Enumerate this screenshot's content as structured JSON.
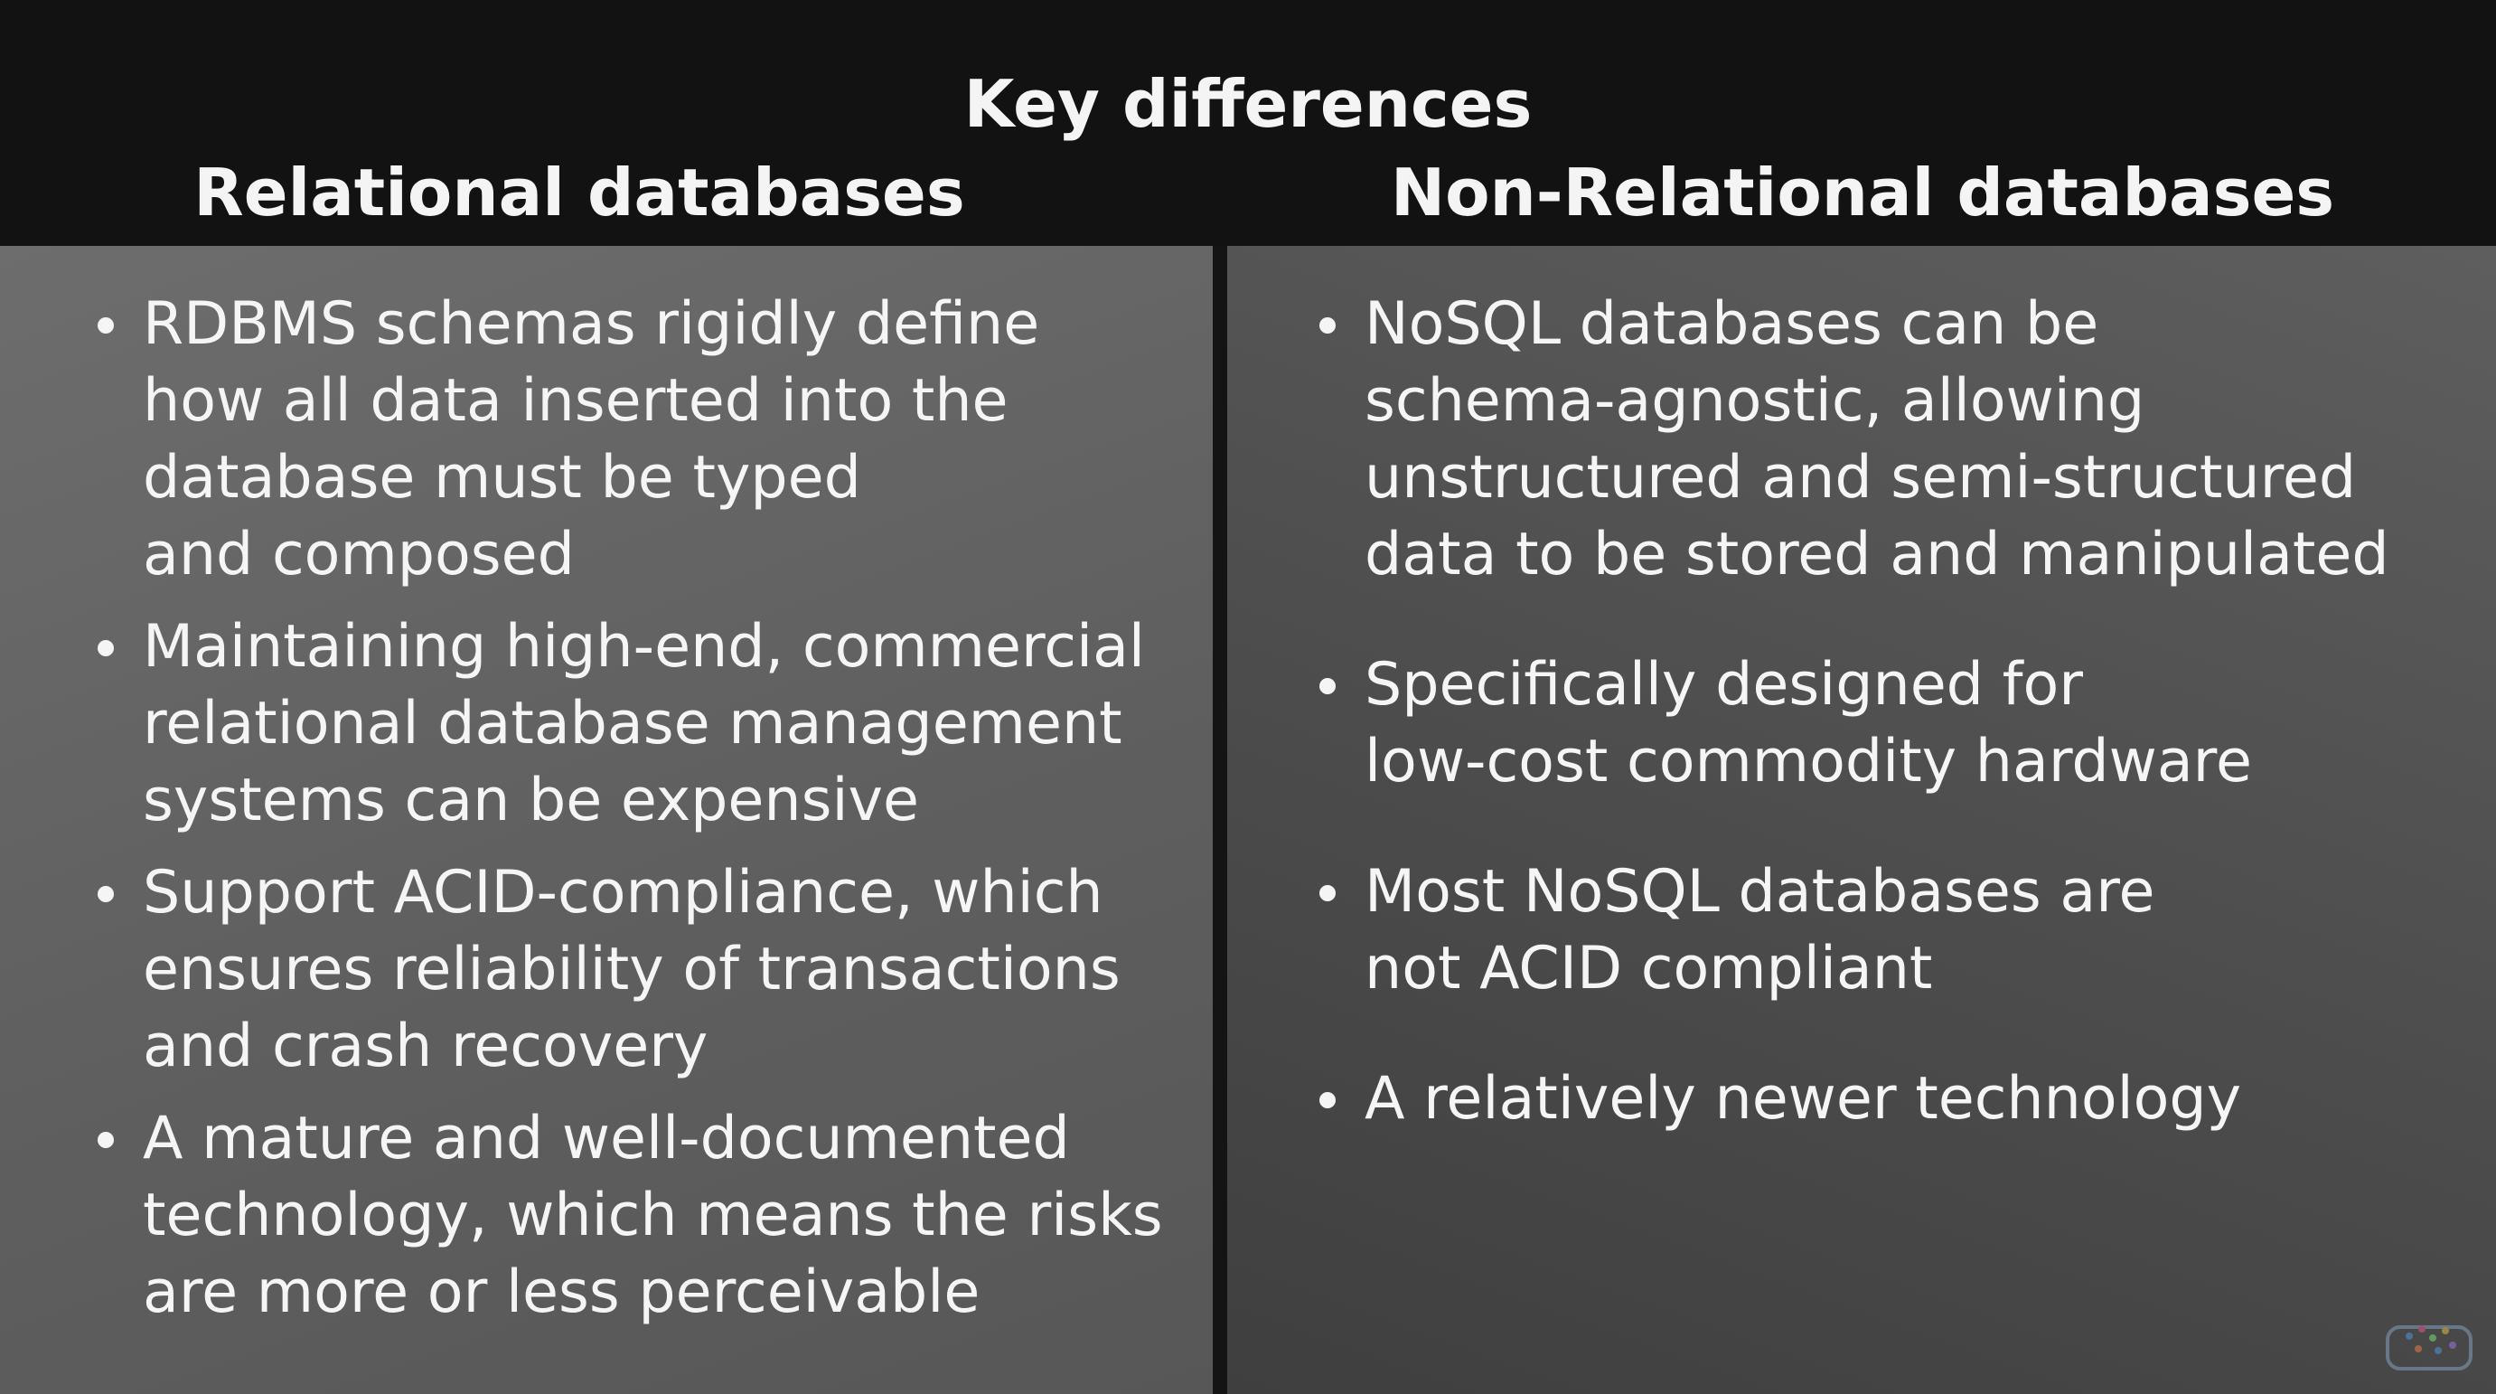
{
  "title": "Key differences",
  "columns": [
    {
      "heading": "Relational databases",
      "bullets": [
        " RDBMS schemas rigidly define\nhow all data inserted into the\ndatabase must be typed\nand composed",
        " Maintaining high-end, commercial\nrelational database management\nsystems can be expensive",
        " Support ACID-compliance, which\nensures reliability of transactions\nand crash recovery",
        " A mature and well-documented\ntechnology, which means the risks\nare more or less perceivable"
      ]
    },
    {
      "heading": "Non-Relational databases",
      "bullets": [
        " NoSQL databases can be\nschema-agnostic, allowing\nunstructured and semi-structured\ndata to be stored and manipulated",
        " Specifically designed for\n low-cost commodity hardware",
        " Most NoSQL databases are\n not ACID compliant",
        " A relatively newer technology"
      ]
    }
  ],
  "colors": {
    "header_bg": "#121212",
    "left_panel": "#656565",
    "right_panel": "#4c4c4c",
    "text": "#f5f5f5"
  },
  "icons": {
    "bullet": "bullet-dot-icon",
    "logo": "watermark-logo-icon"
  }
}
